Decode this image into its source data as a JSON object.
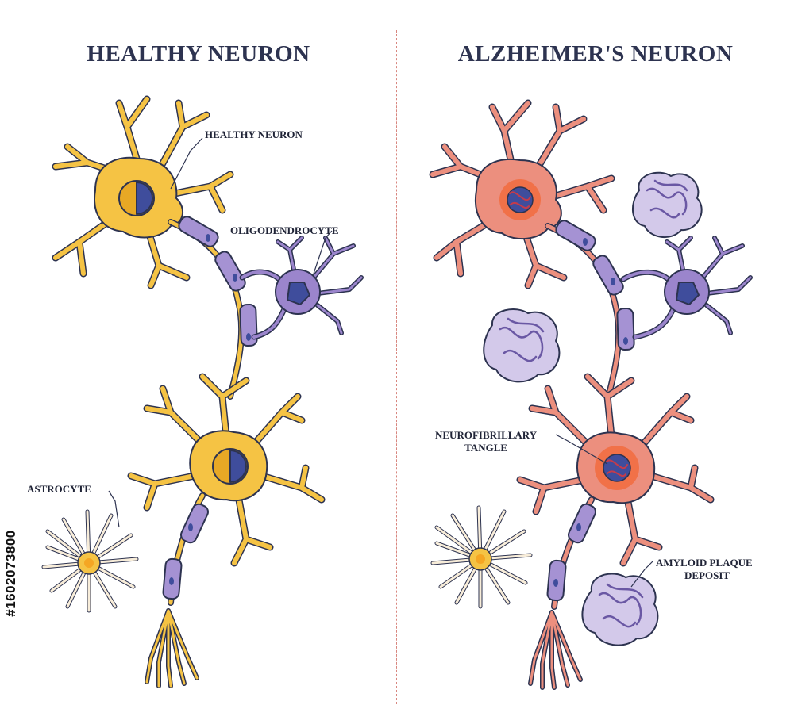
{
  "titles": {
    "left": "HEALTHY NEURON",
    "right": "ALZHEIMER'S NEURON"
  },
  "labels": {
    "healthy_neuron": "HEALTHY NEURON",
    "oligodendrocyte": "OLIGODENDROCYTE",
    "astrocyte": "ASTROCYTE",
    "neurofibrillary_line1": "NEUROFIBRILLARY",
    "neurofibrillary_line2": "TANGLE",
    "amyloid_line1": "AMYLOID PLAQUE",
    "amyloid_line2": "DEPOSIT"
  },
  "watermark": {
    "text": "#1602073800"
  },
  "colors": {
    "healthy_cell": "#f5c344",
    "healthy_dark": "#e8a825",
    "alz_cell": "#ec8f7e",
    "alz_core": "#f26c3e",
    "myelin": "#a592d3",
    "oligo": "#9b85cc",
    "nucleus": "#3f4d9c",
    "outline": "#2d3350",
    "plaque": "#8b78b9",
    "divider": "#d8867f"
  }
}
